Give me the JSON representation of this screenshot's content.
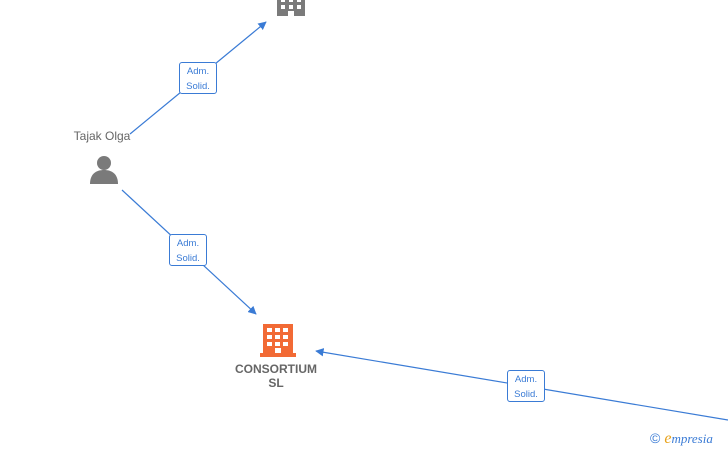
{
  "colors": {
    "edge": "#3a7bd5",
    "person_icon": "#7a7a7a",
    "company_icon_active": "#f26a35",
    "company_icon_other": "#7a7a7a",
    "label_text": "#666666",
    "brand_accent": "#e8a21a"
  },
  "nodes": {
    "person": {
      "name": "Tajak Olga",
      "icon": "person-icon"
    },
    "company_main": {
      "name_line1": "CONSORTIUM",
      "name_line2": "SL",
      "icon": "building-icon"
    },
    "company_top": {
      "icon": "building-icon"
    }
  },
  "edges": [
    {
      "from": "person",
      "to": "company_top",
      "label_line1": "Adm.",
      "label_line2": "Solid."
    },
    {
      "from": "person",
      "to": "company_main",
      "label_line1": "Adm.",
      "label_line2": "Solid."
    },
    {
      "from": "offscreen-right",
      "to": "company_main",
      "label_line1": "Adm.",
      "label_line2": "Solid."
    }
  ],
  "footer": {
    "copyright_symbol": "©",
    "brand_first": "e",
    "brand_rest": "mpresia"
  }
}
